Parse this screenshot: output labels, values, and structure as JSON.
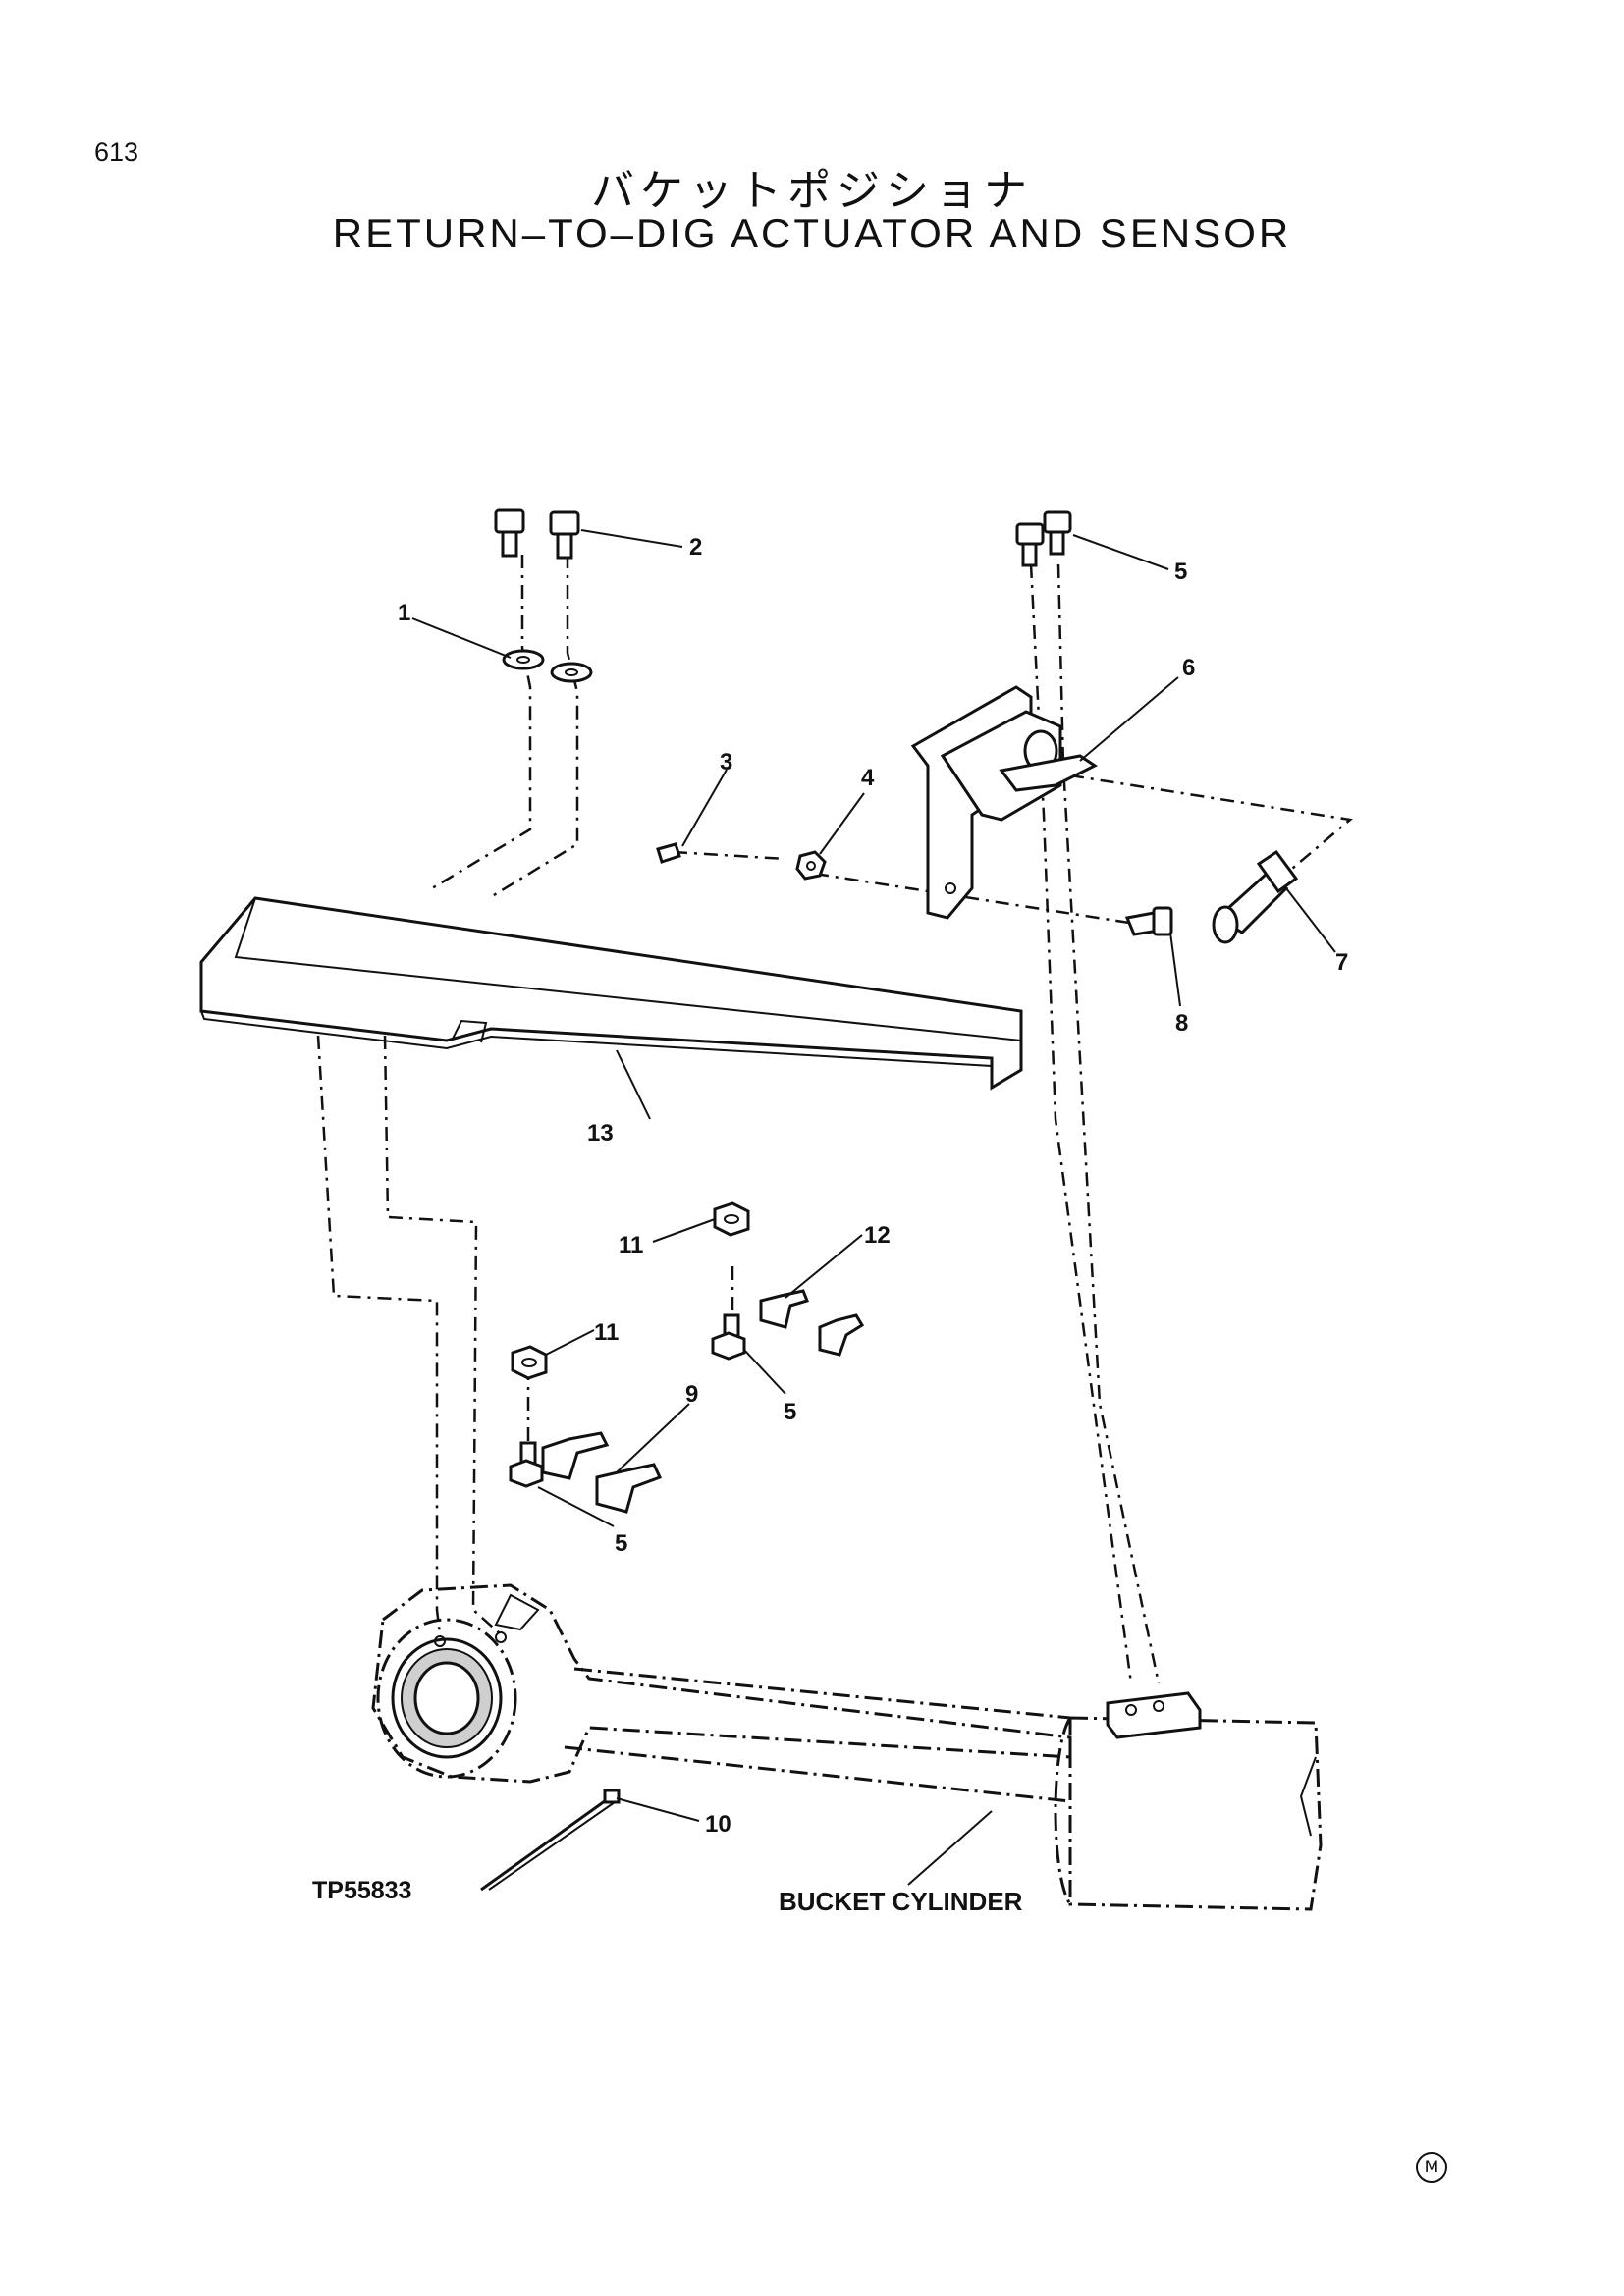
{
  "page": {
    "number": "613",
    "title_jp": "バケットポジショナ",
    "title_en": "RETURN–TO–DIG ACTUATOR AND SENSOR",
    "figure_code": "TP55833",
    "assembly_label": "BUCKET CYLINDER",
    "mark": "M"
  },
  "callouts": {
    "c1": "1",
    "c2": "2",
    "c3": "3",
    "c4": "4",
    "c5a": "5",
    "c5b": "5",
    "c5c": "5",
    "c6": "6",
    "c7": "7",
    "c8": "8",
    "c9": "9",
    "c10": "10",
    "c11a": "11",
    "c11b": "11",
    "c12": "12",
    "c13": "13"
  }
}
